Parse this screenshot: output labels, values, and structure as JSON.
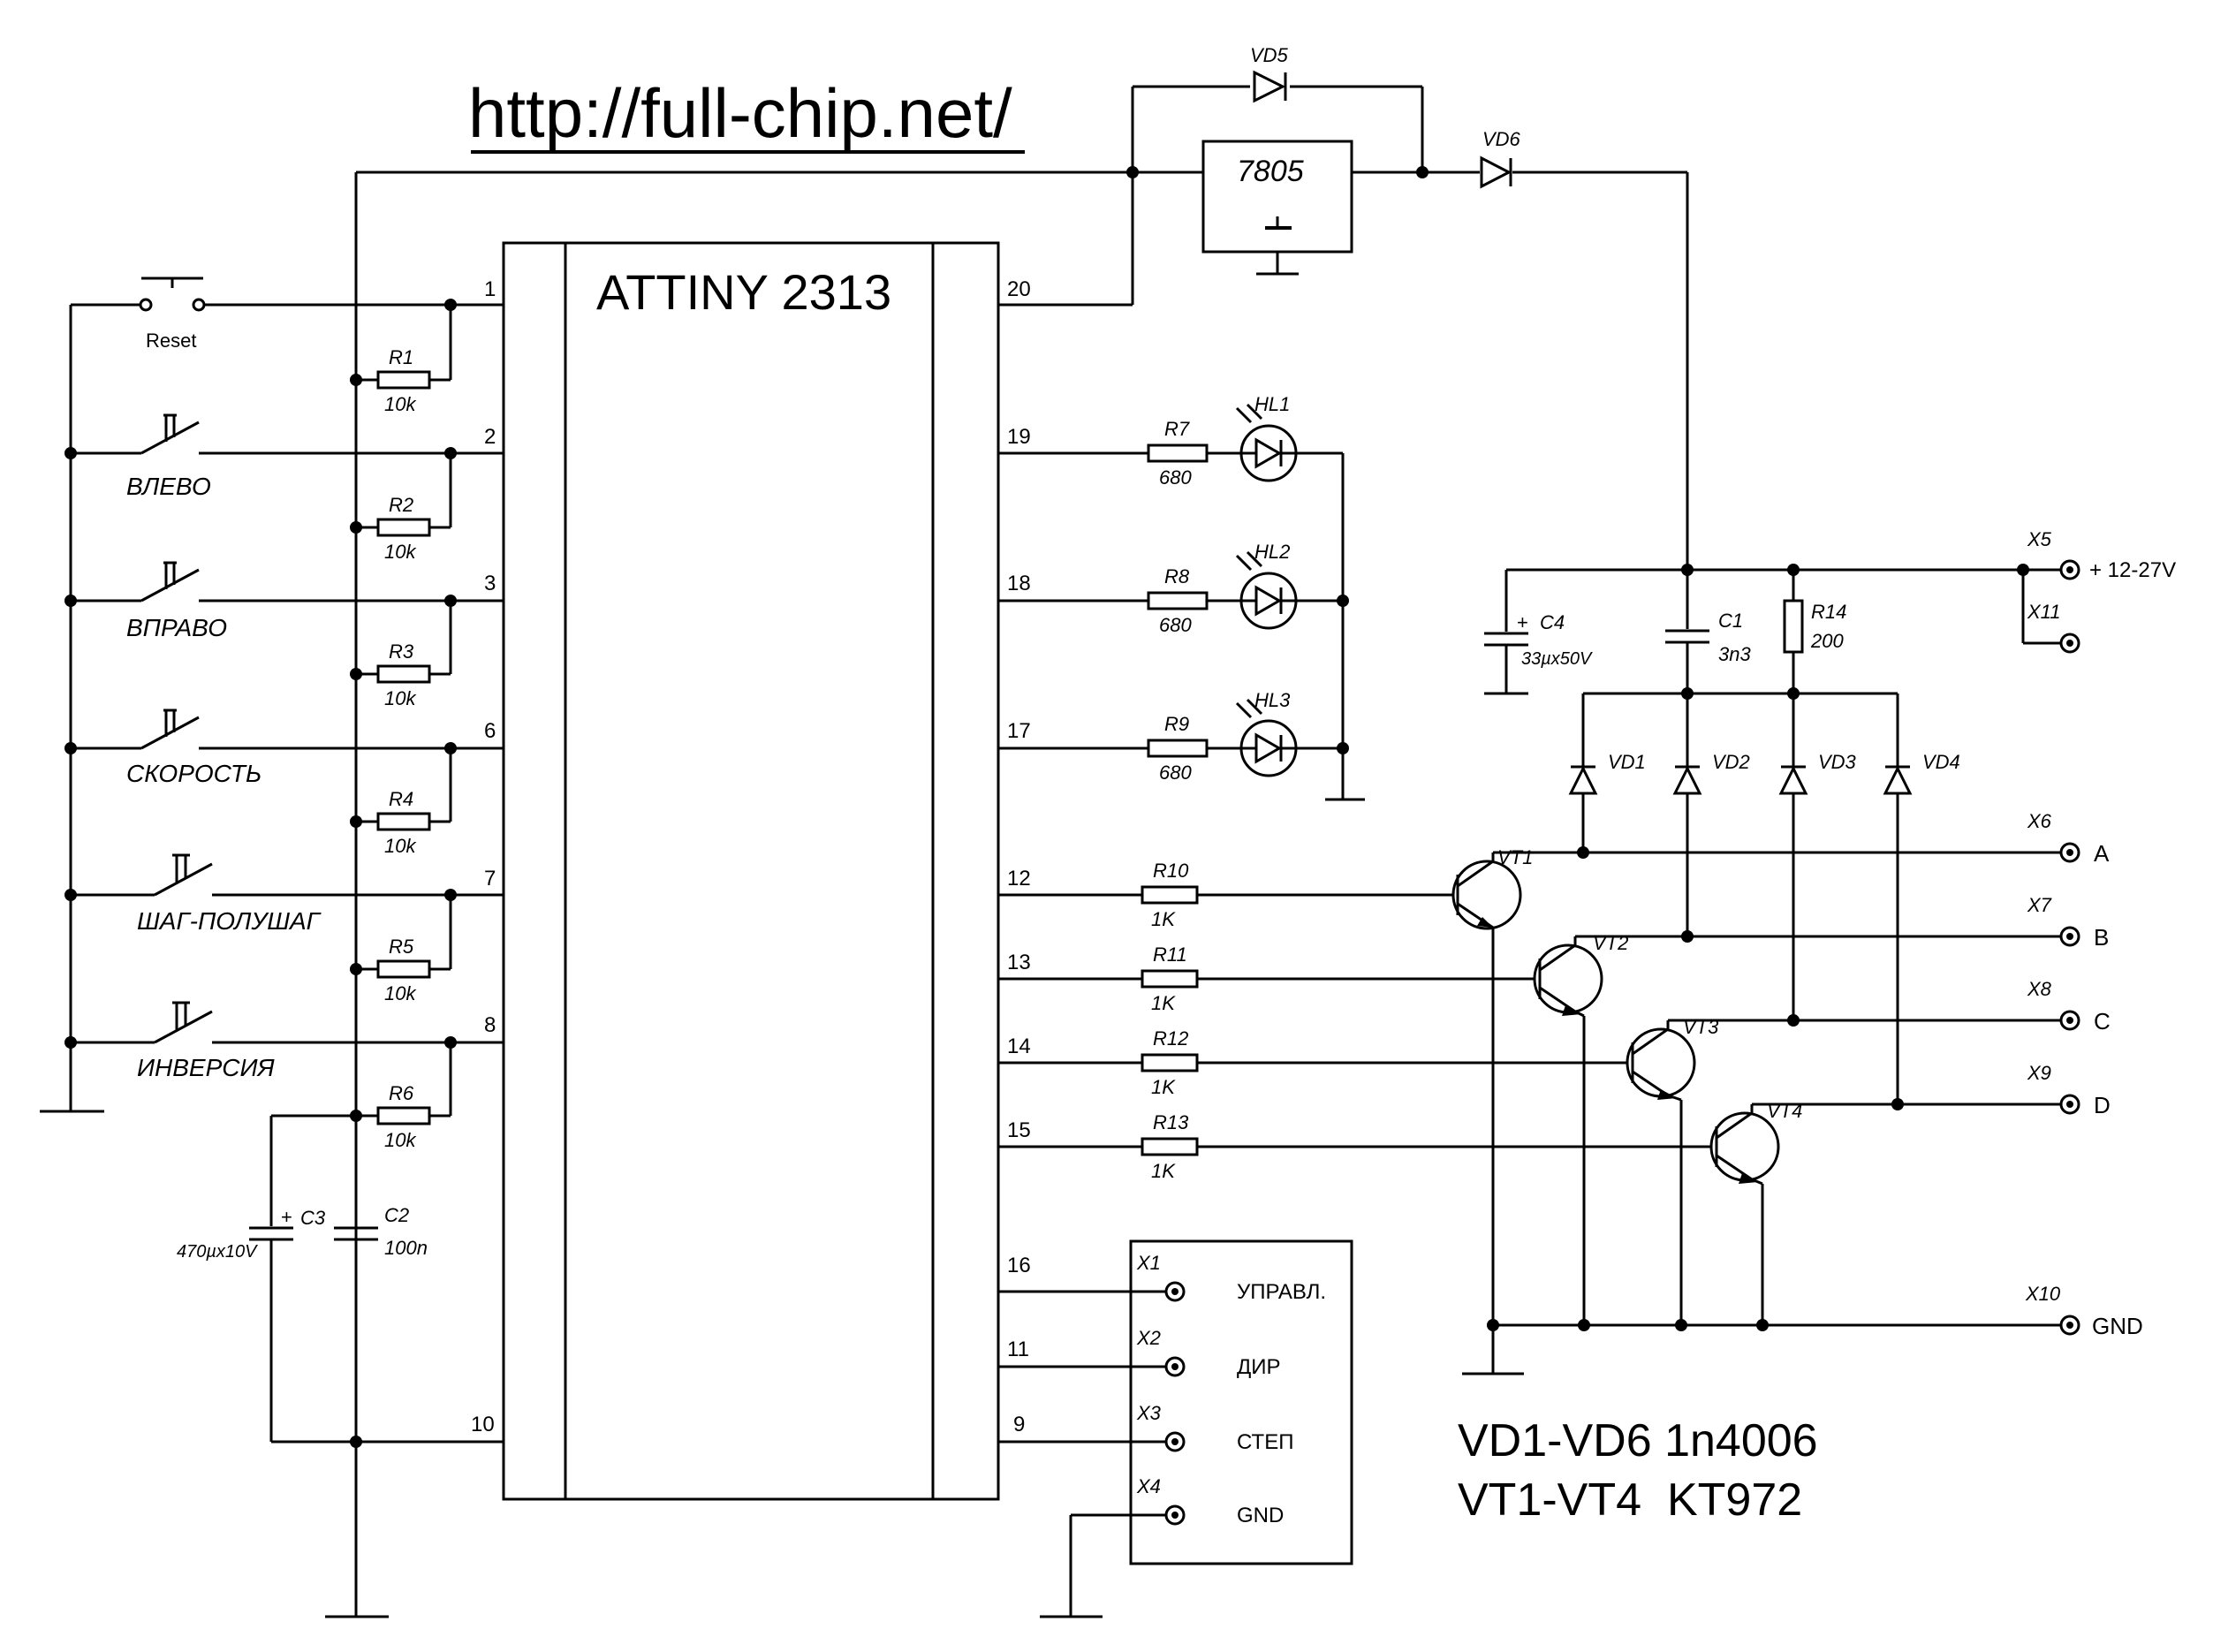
{
  "url": "http://full-chip.net/",
  "chip": {
    "name": "ATTINY 2313"
  },
  "regulator": {
    "name": "7805"
  },
  "diodes_top": {
    "vd5": "VD5",
    "vd6": "VD6"
  },
  "buttons": [
    {
      "label": "Reset"
    },
    {
      "label": "ВЛЕВО"
    },
    {
      "label": "ВПРАВО"
    },
    {
      "label": "СКОРОСТЬ"
    },
    {
      "label": "ШАГ-ПОЛУШАГ"
    },
    {
      "label": "ИНВЕРСИЯ"
    }
  ],
  "pullups": [
    {
      "ref": "R1",
      "value": "10k",
      "pin": "1"
    },
    {
      "ref": "R2",
      "value": "10k",
      "pin": "2"
    },
    {
      "ref": "R3",
      "value": "10k",
      "pin": "3"
    },
    {
      "ref": "R4",
      "value": "10k",
      "pin": "6"
    },
    {
      "ref": "R5",
      "value": "10k",
      "pin": "7"
    },
    {
      "ref": "R6",
      "value": "10k",
      "pin": "8"
    }
  ],
  "pins_right": {
    "p20": "20",
    "p16": "16",
    "p11": "11",
    "p9": "9",
    "p10": "10"
  },
  "leds": [
    {
      "pin": "19",
      "res": "R7",
      "value": "680",
      "led": "HL1"
    },
    {
      "pin": "18",
      "res": "R8",
      "value": "680",
      "led": "HL2"
    },
    {
      "pin": "17",
      "res": "R9",
      "value": "680",
      "led": "HL3"
    }
  ],
  "drives": [
    {
      "pin": "12",
      "res": "R10",
      "value": "1K",
      "vt": "VT1"
    },
    {
      "pin": "13",
      "res": "R11",
      "value": "1K",
      "vt": "VT2"
    },
    {
      "pin": "14",
      "res": "R12",
      "value": "1K",
      "vt": "VT3"
    },
    {
      "pin": "15",
      "res": "R13",
      "value": "1K",
      "vt": "VT4"
    }
  ],
  "flyback": [
    "VD1",
    "VD2",
    "VD3",
    "VD4"
  ],
  "caps": {
    "c3_ref": "C3",
    "c3_val": "470µx10V",
    "c2_ref": "C2",
    "c2_val": "100n",
    "c4_ref": "C4",
    "c4_val": "33µx50V",
    "c1_ref": "C1",
    "c1_val": "3n3",
    "r14_ref": "R14",
    "r14_val": "200",
    "plus": "+"
  },
  "outputs": [
    {
      "ref": "X6",
      "label": "A"
    },
    {
      "ref": "X7",
      "label": "B"
    },
    {
      "ref": "X8",
      "label": "C"
    },
    {
      "ref": "X9",
      "label": "D"
    }
  ],
  "power": {
    "x5": "X5",
    "x5_label": "+ 12-27V",
    "x11": "X11",
    "x10": "X10",
    "x10_label": "GND"
  },
  "control": [
    {
      "ref": "X1",
      "label": "УПРАВЛ."
    },
    {
      "ref": "X2",
      "label": "ДИР"
    },
    {
      "ref": "X3",
      "label": "СТЕП"
    },
    {
      "ref": "X4",
      "label": "GND"
    }
  ],
  "notes": [
    "VD1-VD6 1n4006",
    "VT1-VT4  KT972"
  ]
}
